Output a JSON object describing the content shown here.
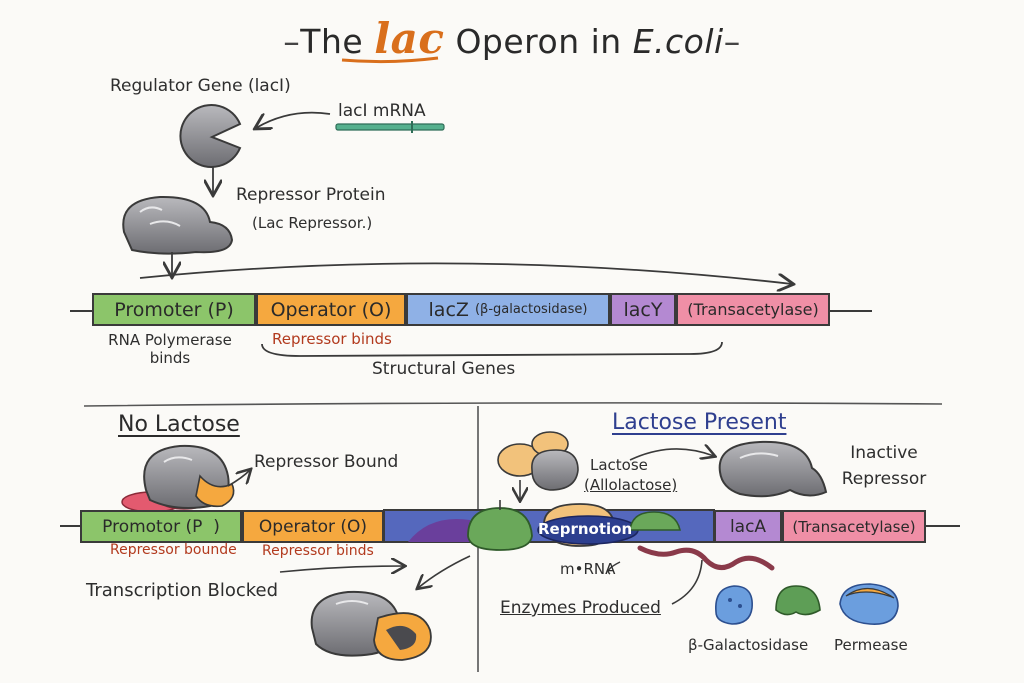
{
  "title": {
    "prefix": "The",
    "lac": "lac",
    "suffix": "Operon in",
    "organism": "E.coli"
  },
  "regulation": {
    "regulator_gene": "Regulator Gene (lacI)",
    "mrna": "lacI mRNA",
    "repressor_protein": "Repressor Protein",
    "lac_repressor": "(Lac Repressor.)"
  },
  "operon": {
    "promoter": "Promoter (P)",
    "operator": "Operator (O)",
    "lacz": "lacZ",
    "lacz_product": "(β-galactosidase)",
    "lacy": "lacY",
    "transacetylase": "(Transacetylase)",
    "rna_polymerase_binds": "RNA Polymerase binds",
    "repressor_binds": "Repressor binds",
    "structural_genes": "Structural Genes"
  },
  "no_lactose": {
    "heading": "No Lactose",
    "repressor_bound": "Repressor Bound",
    "promotor": "Promotor (P",
    "operator": "Operator (O)",
    "repressor_bounde": "Repressor bounde",
    "repressor_binds": "Repressor binds",
    "transcription_blocked": "Transcription Blocked"
  },
  "lactose_present": {
    "heading": "Lactose Present",
    "lactose": "Lactose",
    "allolactose": "(Allolactose)",
    "inactive_repressor": "Inactive Repressor",
    "reprnotion": "Reprnotion",
    "laca": "lacA",
    "transacetylase": "(Transacetylase)",
    "mrna": "m•RNA",
    "enzymes_produced": "Enzymes Produced",
    "beta_galactosidase": "β-Galactosidase",
    "permease": "Permease"
  },
  "colors": {
    "promoter_green": "#8cc56a",
    "operator_orange": "#f5a83f",
    "lacz_blue": "#8fb1e6",
    "lacy_purple": "#b489d2",
    "transacetylase_pink": "#ef8fa6",
    "dna_blue": "#4a5fb5",
    "accent_orange": "#d96f1c"
  }
}
